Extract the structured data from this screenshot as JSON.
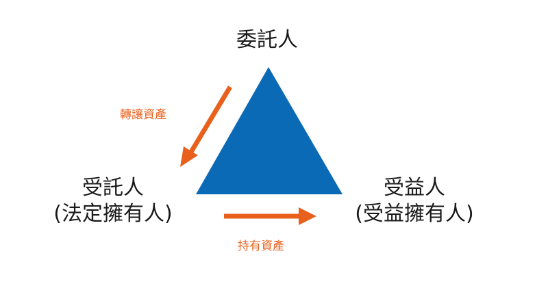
{
  "colors": {
    "triangle": "#0a6ab5",
    "arrow": "#e8601c",
    "text": "#1a1a1a"
  },
  "nodes": {
    "settlor": {
      "label": "委託人"
    },
    "trustee": {
      "label": "受託人",
      "sublabel": "(法定擁有人)"
    },
    "beneficiary": {
      "label": "受益人",
      "sublabel": "(受益擁有人)"
    }
  },
  "edges": {
    "transfer": {
      "label": "轉讓資產"
    },
    "hold": {
      "label": "持有資產"
    }
  }
}
